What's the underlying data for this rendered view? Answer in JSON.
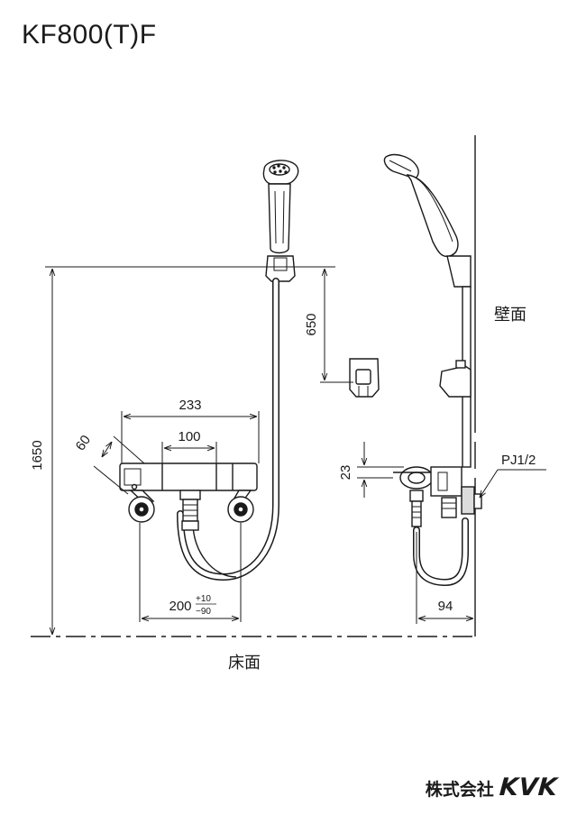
{
  "title": "KF800(T)F",
  "dimensions": {
    "total_height": "1650",
    "holder_drop": "650",
    "body_width": "233",
    "inner_width": "100",
    "depth": "60",
    "pitch": "200",
    "pitch_tol_upper": "+10",
    "pitch_tol_lower": "−90",
    "handle_height": "23",
    "wall_offset": "94",
    "pipe_thread": "PJ1/2"
  },
  "labels": {
    "wall": "壁面",
    "floor": "床面"
  },
  "brand": {
    "company": "株式会社",
    "logo": "KVK"
  },
  "colors": {
    "line": "#1a1a1a",
    "fill": "#ffffff",
    "shade": "#dcdcdc"
  }
}
